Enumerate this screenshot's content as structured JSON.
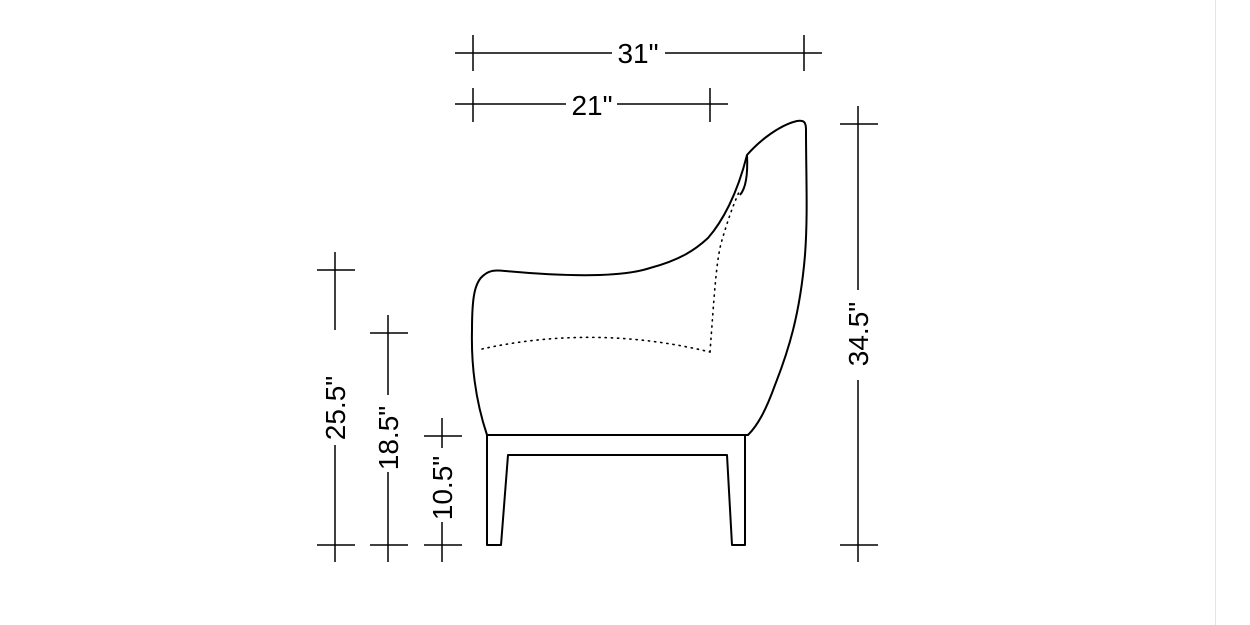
{
  "dimensions": {
    "overall_width": "31\"",
    "seat_depth": "21\"",
    "overall_height": "34.5\"",
    "arm_height": "25.5\"",
    "seat_height": "18.5\"",
    "leg_height": "10.5\""
  },
  "colors": {
    "line": "#000000",
    "background": "#ffffff",
    "divider": "#e4e4e4"
  }
}
